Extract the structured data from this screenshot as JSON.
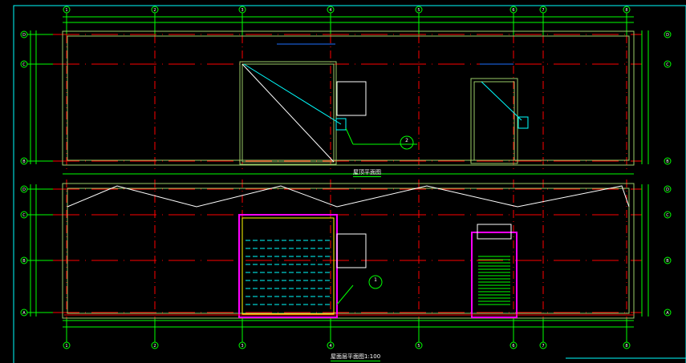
{
  "drawing": {
    "top_plan_title": "屋顶平面图",
    "bottom_plan_title": "屋面层平面图1:100",
    "axis_columns": [
      "1",
      "2",
      "3",
      "4",
      "5",
      "6",
      "7",
      "8"
    ],
    "axis_rows_top": [
      "D",
      "C",
      "B"
    ],
    "axis_rows_bottom": [
      "D",
      "C",
      "B",
      "A"
    ],
    "notes": {
      "detail_ref_top": "2",
      "detail_ref_bottom": "1"
    }
  },
  "colors": {
    "background": "#000000",
    "axis": "#00ff00",
    "centerline": "#ff0000",
    "wall": "#9acd68",
    "frame": "#00ffff",
    "dimension": "#1e6fff",
    "stair": "#ff00ff",
    "highlight": "#ffff00"
  }
}
